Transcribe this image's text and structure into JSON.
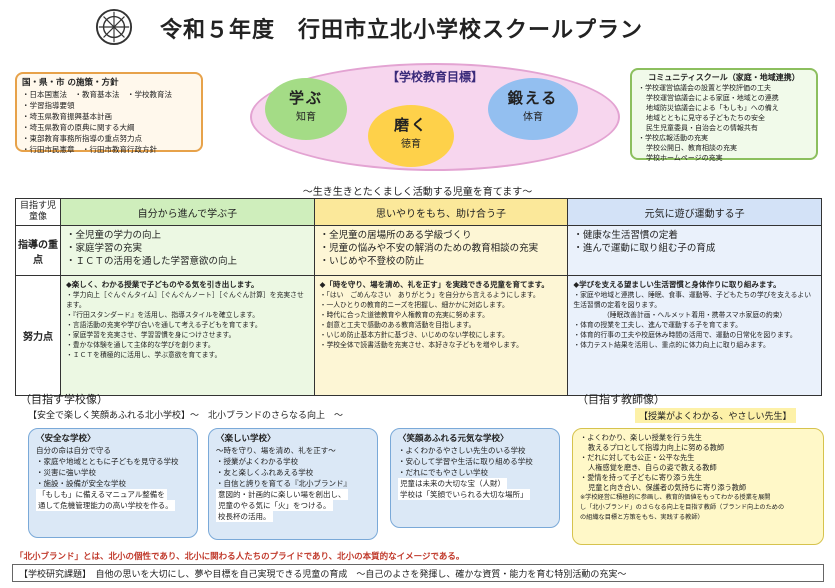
{
  "header": {
    "title": "令和５年度　行田市立北小学校スクールプラン"
  },
  "policy_box": {
    "heading": "国・県・市 の施策・方針",
    "items": [
      "・日本国憲法　・教育基本法　・学校教育法",
      "・学習指導要領",
      "・埼玉県教育振興基本計画",
      "・埼玉県教育の原典に関する大綱",
      "・東部教育事務所指導の重点努力点",
      "・行田市民憲章　・行田市教育行政方針"
    ]
  },
  "community_box": {
    "heading": "コミュニティスクール（家庭・地域連携）",
    "items": [
      "・学校運営協議会の設置と学校評価の工夫",
      "学校運営協議会による家庭・地域との連携",
      "地域防災協議会による「もしも」への備え",
      "地域とともに見守る子どもたちの安全",
      "民生児童委員・自治会との情報共有",
      "・学校広報活動の充実",
      "学校公開日、教育相談の充実",
      "学校ホームページの充実"
    ]
  },
  "goals": {
    "title": "【学校教育目標】",
    "items": [
      {
        "big": "学ぶ",
        "small": "知育"
      },
      {
        "big": "磨く",
        "small": "徳育"
      },
      {
        "big": "鍛える",
        "small": "体育"
      }
    ]
  },
  "motto": "〜生き生きとたくましく活動する児童を育てます〜",
  "table": {
    "corner": "目指す児童像",
    "columns": [
      "自分から進んで学ぶ子",
      "思いやりをもち、助け合う子",
      "元気に遊び運動する子"
    ],
    "priority_label": "指導の重点",
    "priorities": [
      [
        "・全児童の学力の向上",
        "・家庭学習の充実",
        "・ＩＣＴの活用を通した学習意欲の向上"
      ],
      [
        "・全児童の居場所のある学級づくり",
        "・児童の悩みや不安の解消のための教育相談の充実",
        "・いじめや不登校の防止"
      ],
      [
        "・健康な生活習慣の定着",
        "・進んで運動に取り組む子の育成"
      ]
    ],
    "effort_label": "努力点",
    "efforts": [
      {
        "lead": "◆楽しく、わかる授業で子どものやる気を引き出します。",
        "items": [
          "・学力向上［ぐんぐんタイム］［ぐんぐんノート］［ぐんぐん計算］を充実させます。",
          "・『行田スタンダード』を活用し、指導スタイルを確立します。",
          "・言語活動の充実や学び合いを通して考える子どもを育てます。",
          "・家庭学習を充実させ、学習習慣を身につけさせます。",
          "・豊かな体験を通して主体的な学びを創ります。",
          "・ＩＣＴを積極的に活用し、学ぶ意欲を育てます。"
        ]
      },
      {
        "lead": "◆「時を守り、場を清め、礼を正す」を実践できる児童を育てます。",
        "items": [
          "・「はい　ごめんなさい　ありがとう」を自分から言えるようにします。",
          "・一人ひとりの教育的ニーズを把握し、細かかに対応します。",
          "・時代に合った道徳教育や人権教育の充実に努めます。",
          "・創意と工夫で感動のある教育活動を目指します。",
          "・いじめ防止基本方針に基づき、いじめのない学校にします。",
          "・学校全体で読書活動を充実させ、本好きな子どもを増やします。"
        ]
      },
      {
        "lead": "◆学びを支える望ましい生活習慣と身体作りに取り組みます。",
        "items": [
          "・家庭や地域と連携し、睡眠、食事、運動等、子どもたちの学びを支えるよい生活習慣の定着を図ります。",
          "（睡眠改善計画・ヘルメット着用・携帯スマホ家庭の約束）",
          "・体育の授業を工夫し、進んで運動する子を育てます。",
          "・体育的行事の工夫や校庭休み時間の活用で、運動の日常化を図ります。",
          "・体力テスト結果を活用し、重点的に体力向上に取り組みます。"
        ]
      }
    ]
  },
  "school_ideal": {
    "label": "（目指す学校像）",
    "headline": "【安全で楽しく笑顔あふれる北小学校】〜　北小ブランドのさらなる向上　〜",
    "boxes": [
      {
        "title": "〈安全な学校〉",
        "items": [
          "自分の命は自分で守る",
          "・家庭や地域とともに子どもを見守る学校",
          "・災害に強い学校",
          "・施設・設備が安全な学校",
          "「もしも」に備えるマニュアル整備を",
          "通して危機管理能力の高い学校を作る。"
        ]
      },
      {
        "title": "〈楽しい学校〉",
        "items": [
          "〜時を守り、場を清め、礼を正す〜",
          "・授業がよくわかる学校",
          "・友と楽しくふれあえる学校",
          "・自信と誇りを育てる『北小ブランド』",
          "意図的・計画的に楽しい場を創出し、",
          "児童のやる気に「火」をつける。",
          "校長杯の活用。"
        ]
      },
      {
        "title": "〈笑顔あふれる元気な学校〉",
        "items": [
          "・よくわかるやさしい先生のいる学校",
          "・安心して学習や生活に取り組める学校",
          "・だれにでもやさしい学校",
          "児童は未来の大切な宝（人財）",
          "学校は「笑顔でいられる大切な場所」"
        ]
      }
    ]
  },
  "teacher_ideal": {
    "label": "（目指す教師像）",
    "headline": "【授業がよくわかる、やさしい先生】",
    "items": [
      "・よくわかり、楽しい授業を行う先生",
      "教えるプロとして指導力向上に努める教師",
      "・だれに対しても公正・公平な先生",
      "人権感覚を磨き、自らの姿で教える教師",
      "・愛情を持って子どもに寄り添う先生",
      "児童と向き合い、保護者の気持ちに寄り添う教師",
      "※学校経営に積極的に参画し、教育的価値をもってわかる授業を展開",
      "し「北小ブランド」のさらなる向上を目指す教師（ブランド向上のための",
      "の組織な目標と方策をもち、実践する教師）"
    ]
  },
  "brand_note": "「北小ブランド」とは、北小の個性であり、北小に関わる人たちのプライドであり、北小の本質的なイメージである。",
  "research": "【学校研究課題】　自他の思いを大切にし、夢や目標を自己実現できる児童の育成　〜自己のよさを発揮し、確かな資質・能力を育む特別活動の充実〜"
}
